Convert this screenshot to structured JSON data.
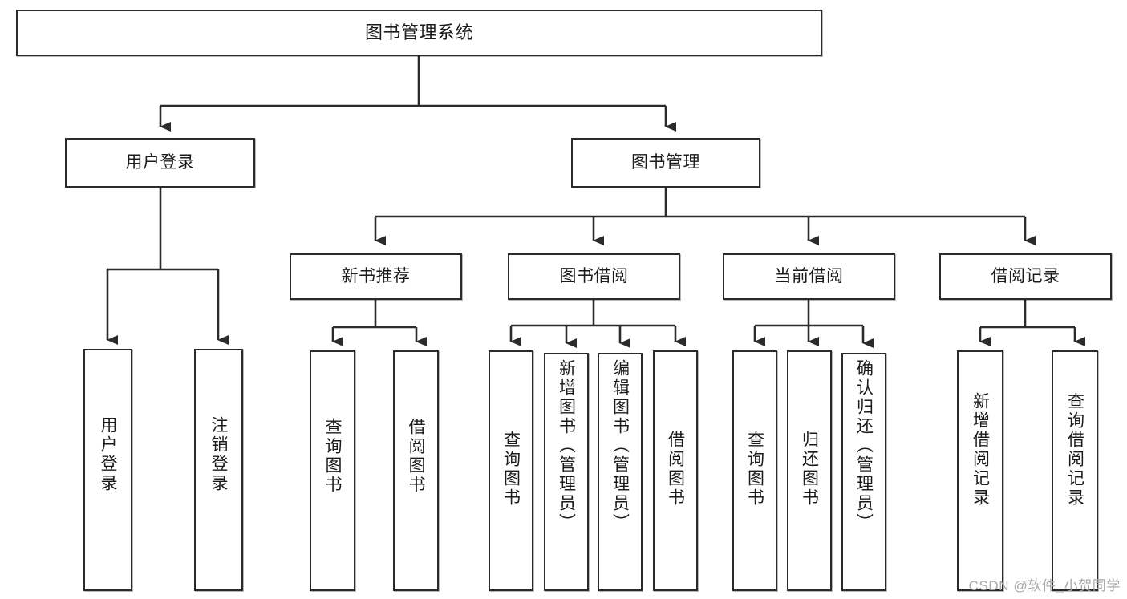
{
  "diagram": {
    "title": "图书管理系统",
    "type": "tree",
    "colors": {
      "border": "#2b2b2b",
      "box_fill": "#ffffff",
      "edge": "#2b2b2b",
      "background": "#ffffff",
      "watermark": "#a8a8a8"
    },
    "root": {
      "label": "图书管理系统"
    },
    "level2": [
      {
        "label": "用户登录"
      },
      {
        "label": "图书管理"
      }
    ],
    "level3": [
      {
        "label": "新书推荐"
      },
      {
        "label": "图书借阅"
      },
      {
        "label": "当前借阅"
      },
      {
        "label": "借阅记录"
      }
    ],
    "leaves": {
      "user_login": [
        {
          "label": "用户登录"
        },
        {
          "label": "注销登录"
        }
      ],
      "new_book_recommend": [
        {
          "label": "查询图书"
        },
        {
          "label": "借阅图书"
        }
      ],
      "book_borrow": [
        {
          "label": "查询图书"
        },
        {
          "label": "新增图书（管理员）"
        },
        {
          "label": "编辑图书（管理员）"
        },
        {
          "label": "借阅图书"
        }
      ],
      "current_borrow": [
        {
          "label": "查询图书"
        },
        {
          "label": "归还图书"
        },
        {
          "label": "确认归还（管理员）"
        }
      ],
      "borrow_record": [
        {
          "label": "新增借阅记录"
        },
        {
          "label": "查询借阅记录"
        }
      ]
    }
  },
  "watermark": {
    "text": "CSDN @软件_小贺同学"
  }
}
